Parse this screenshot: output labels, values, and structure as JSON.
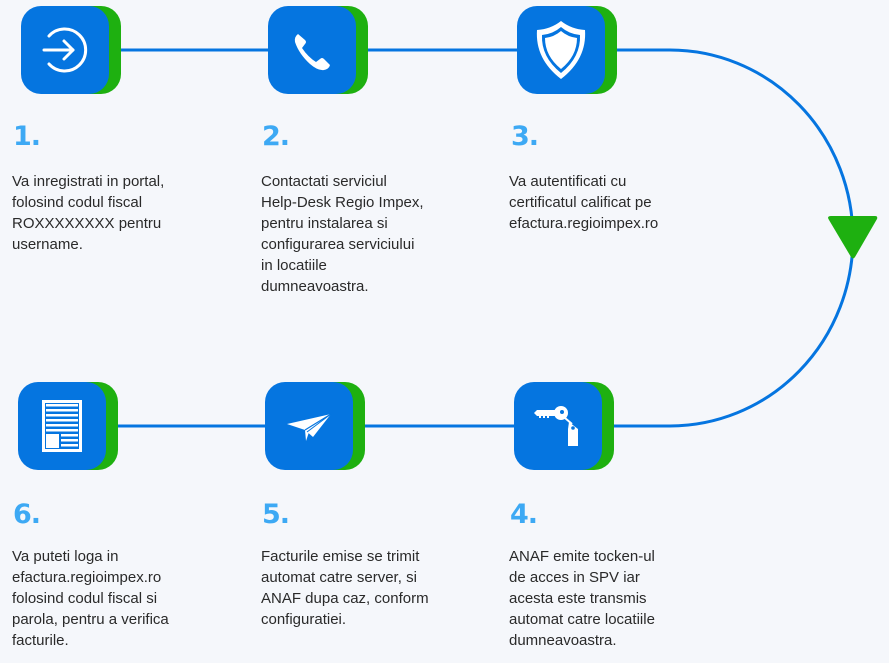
{
  "colors": {
    "background": "#f5f7fb",
    "icon_blue": "#0575e0",
    "icon_green": "#1eb010",
    "connector": "#0575e0",
    "arrow": "#1eb010",
    "number": "#3da9f4",
    "text": "#2a2a2a"
  },
  "steps": [
    {
      "number": "1.",
      "icon": "sign-in-icon",
      "lines": [
        "Va inregistrati in portal,",
        "folosind codul fiscal",
        "ROXXXXXXXX pentru",
        "username."
      ]
    },
    {
      "number": "2.",
      "icon": "phone-icon",
      "lines": [
        "Contactati serviciul",
        "Help-Desk Regio Impex,",
        "pentru instalarea si",
        "configurarea serviciului",
        "in locatiile",
        "dumneavoastra."
      ]
    },
    {
      "number": "3.",
      "icon": "shield-icon",
      "lines": [
        "Va autentificati cu",
        "certificatul calificat pe",
        "efactura.regioimpex.ro"
      ]
    },
    {
      "number": "4.",
      "icon": "key-tag-icon",
      "lines": [
        "ANAF emite tocken-ul",
        "de acces in SPV iar",
        "acesta este transmis",
        "automat catre locatiile",
        "dumneavoastra."
      ]
    },
    {
      "number": "5.",
      "icon": "paper-plane-icon",
      "lines": [
        "Facturile emise se trimit",
        "automat catre server, si",
        "ANAF dupa caz, conform",
        "configuratiei."
      ]
    },
    {
      "number": "6.",
      "icon": "document-icon",
      "lines": [
        "Va puteti loga in",
        "efactura.regioimpex.ro",
        "folosind codul fiscal si",
        "parola, pentru a verifica",
        "facturile."
      ]
    }
  ]
}
